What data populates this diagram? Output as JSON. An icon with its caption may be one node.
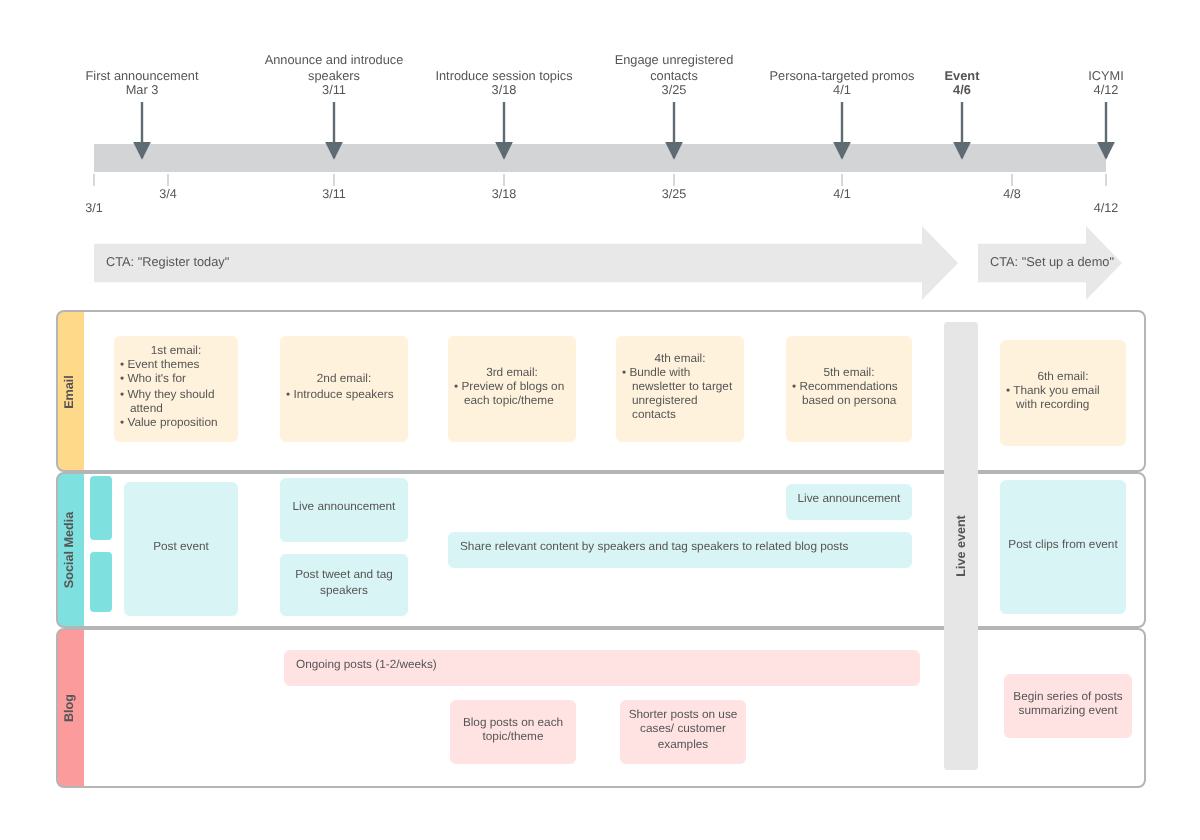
{
  "diagram": {
    "nodes": [
      {
        "text": [],
        "shape": "bar"
      },
      {
        "text": [
          "First announcement",
          "Mar 3"
        ]
      },
      {
        "text": [
          "Announce and introduce speakers",
          "3/11"
        ]
      },
      {
        "text": [
          "Introduce session topics",
          "3/18"
        ]
      },
      {
        "text": [
          "Engage unregistered contacts",
          "3/25"
        ]
      },
      {
        "text": [
          "Persona-targeted promos",
          "4/1"
        ]
      },
      {
        "text": [
          "Event",
          "4/6"
        ]
      },
      {
        "text": [
          "ICYMI",
          "4/12"
        ]
      },
      {
        "text": [
          "CTA: \"Register today\""
        ]
      },
      {
        "text": [
          "CTA: \"Set up a demo\""
        ]
      },
      {
        "text": [
          "Email"
        ]
      },
      {
        "text": [
          "1st email:",
          "• Event themes",
          "• Who it's for",
          "• Why they should attend",
          "• Value proposition"
        ],
        "in": 10
      },
      {
        "text": [
          "2nd email:",
          "• Introduce speakers"
        ],
        "in": 10
      },
      {
        "text": [
          "3rd email:",
          "• Preview of blogs on each topic/theme"
        ],
        "in": 10
      },
      {
        "text": [
          "4th email:",
          "• Bundle with newsletter to target unregistered contacts"
        ],
        "in": 10
      },
      {
        "text": [
          "5th email:",
          "• Recommendations based on persona"
        ],
        "in": 10
      },
      {
        "text": [
          "6th email:",
          "• Thank you email with recording"
        ],
        "in": 10
      },
      {
        "text": [
          "Social Media"
        ]
      },
      {
        "text": [],
        "shape": "box",
        "in": 17
      },
      {
        "text": [],
        "shape": "box",
        "in": 17
      },
      {
        "text": [
          "Post event"
        ],
        "in": 17
      },
      {
        "text": [
          "Live announcement"
        ],
        "in": 17
      },
      {
        "text": [
          "Post tweet and tag speakers"
        ],
        "in": 17
      },
      {
        "text": [
          "Share relevant content by speakers and tag speakers to related blog posts"
        ],
        "in": 17
      },
      {
        "text": [
          "Live announcement"
        ],
        "in": 17
      },
      {
        "text": [
          "Post clips from event"
        ],
        "in": 17
      },
      {
        "text": [
          "Blog"
        ]
      },
      {
        "text": [
          "Ongoing posts (1-2/weeks)"
        ],
        "in": 26
      },
      {
        "text": [
          "Blog posts on each topic/theme"
        ],
        "in": 26
      },
      {
        "text": [
          "Shorter posts on use cases/ customer examples"
        ],
        "in": 26
      },
      {
        "text": [
          "Begin series of posts summarizing event"
        ],
        "in": 26
      },
      {
        "text": [
          "Live event"
        ]
      }
    ],
    "edges": [
      {
        "from": 1,
        "to": 0,
        "arrow": "to"
      },
      {
        "from": 2,
        "to": 0,
        "arrow": "to"
      },
      {
        "from": 3,
        "to": 0,
        "arrow": "to"
      },
      {
        "from": 4,
        "to": 0,
        "arrow": "to"
      },
      {
        "from": 5,
        "to": 0,
        "arrow": "to"
      },
      {
        "from": 6,
        "to": 0,
        "arrow": "to"
      },
      {
        "from": 7,
        "to": 0,
        "arrow": "to"
      }
    ],
    "labels": [
      "3/1",
      "3/4",
      "3/11",
      "3/18",
      "3/25",
      "4/1",
      "4/8",
      "4/12"
    ]
  }
}
